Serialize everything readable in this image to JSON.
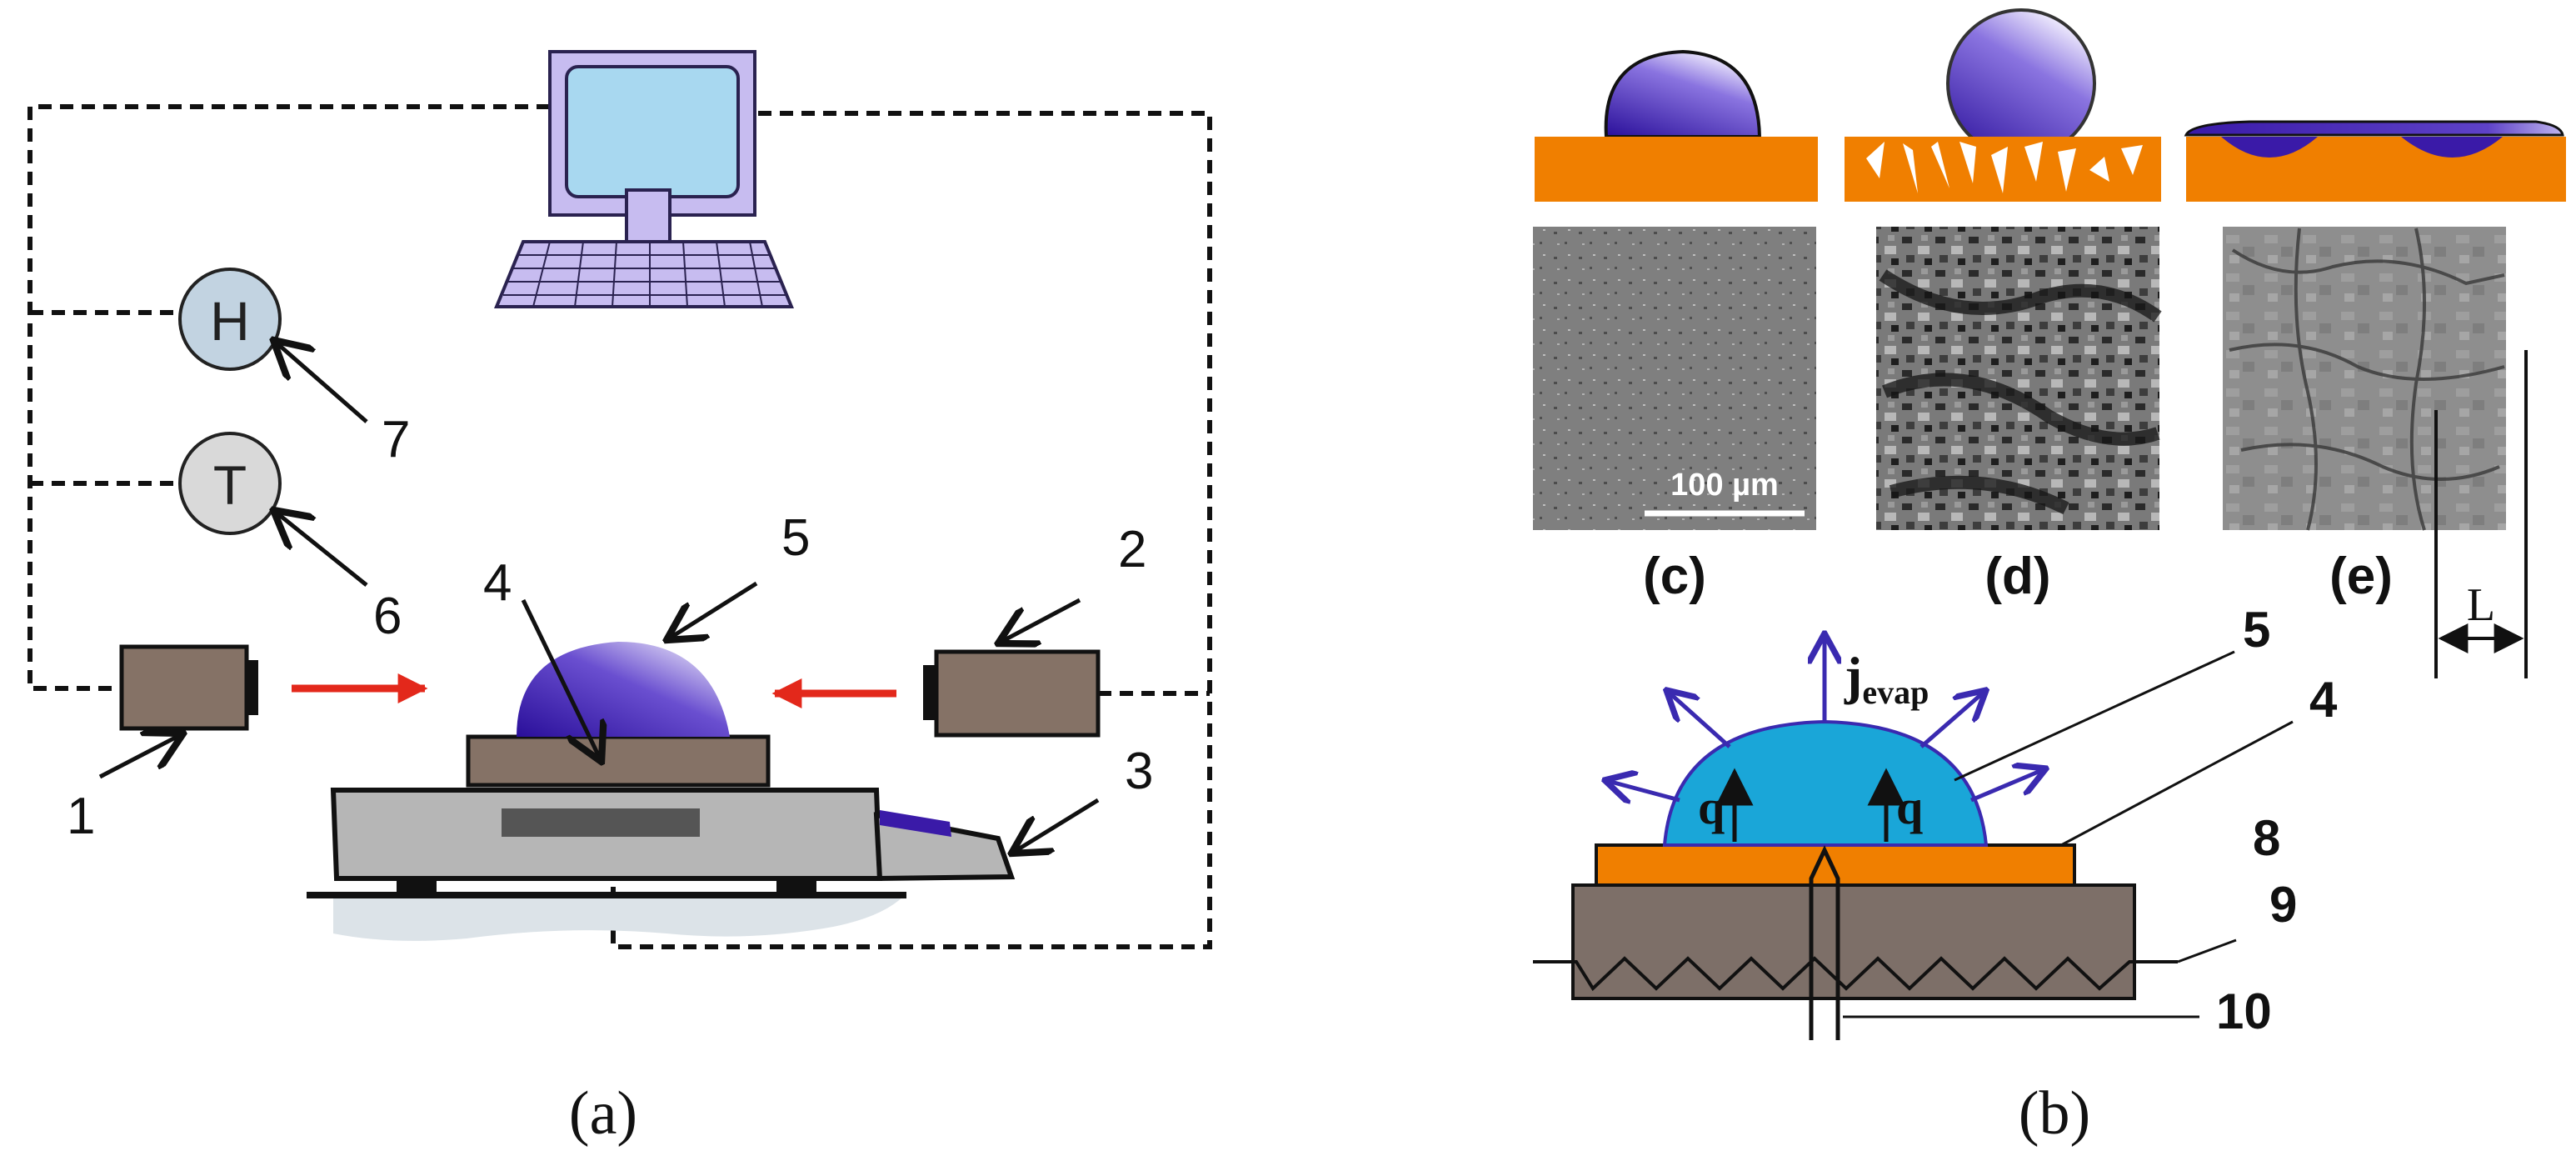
{
  "panel_a": {
    "caption": "(a)",
    "sensor_humidity": "H",
    "sensor_temperature": "T",
    "callouts": [
      "1",
      "2",
      "3",
      "4",
      "5",
      "6",
      "7"
    ]
  },
  "panel_b": {
    "caption": "(b)",
    "micrograph_captions": [
      "(c)",
      "(d)",
      "(e)"
    ],
    "scale_bar": "100 µm",
    "crack_spacing": "L",
    "flux_symbol": "j",
    "flux_subscript": "evap",
    "heat_flux_left": "q",
    "heat_flux_right": "q",
    "callouts": [
      "5",
      "4",
      "8",
      "9",
      "10"
    ]
  },
  "colors": {
    "droplet_purple": "#3a1aa8",
    "substrate_orange": "#f07f00",
    "droplet_blue": "#1aa6d8",
    "heater_brown": "#7d6f68",
    "camera_brown": "#857266",
    "arrow_red": "#e3281b",
    "monitor_screen": "#a8d8f0",
    "monitor_frame": "#c7bcf0"
  }
}
